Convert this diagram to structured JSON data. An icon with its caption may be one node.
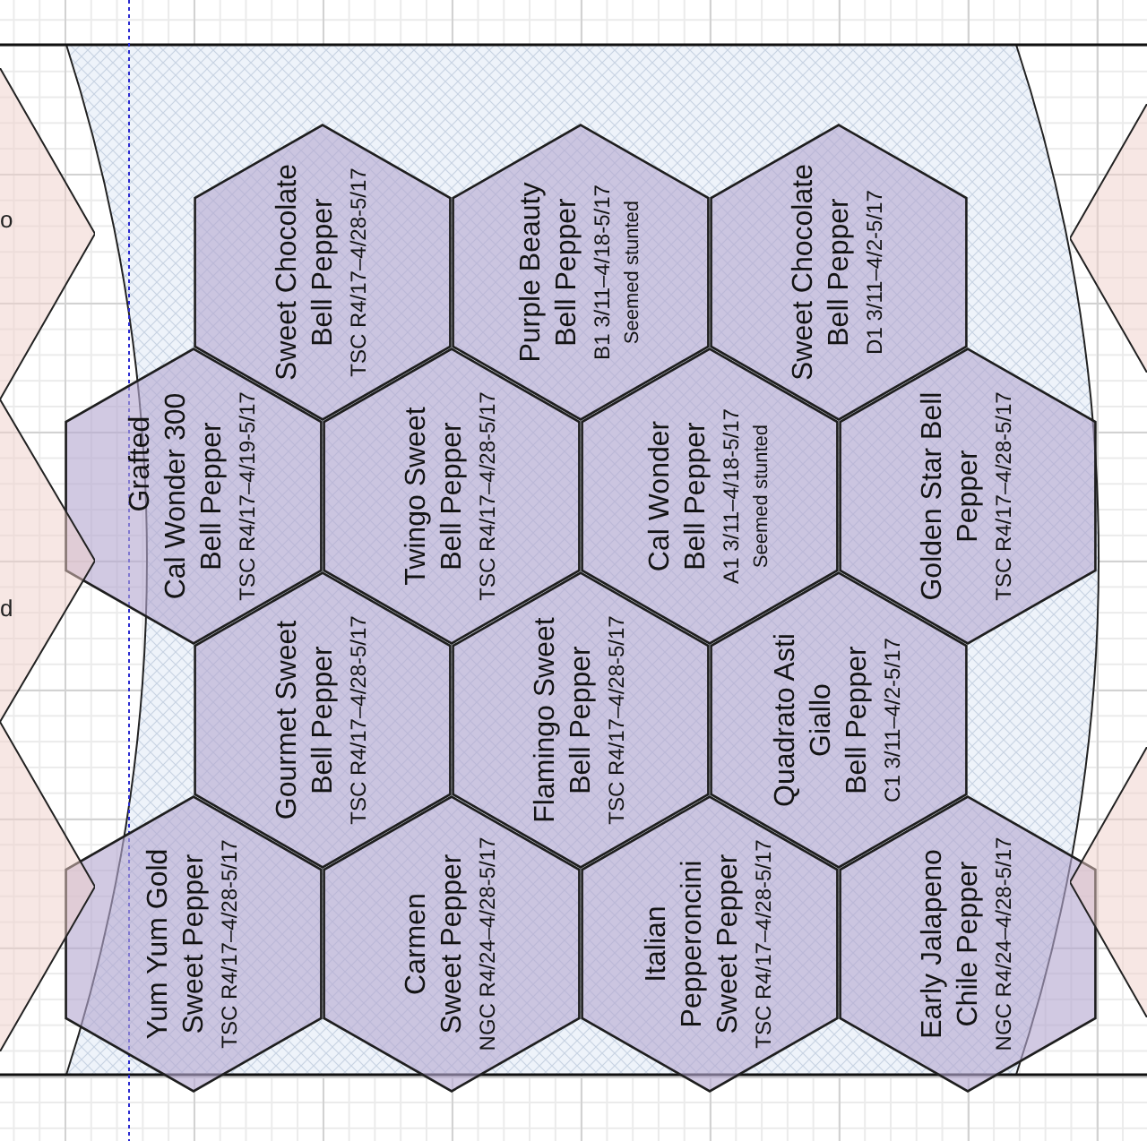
{
  "diagram": {
    "nodes": [
      {
        "text": [
          "Sweet Chocolate Bell Pepper",
          "TSC R4/17–4/28-5/17"
        ]
      },
      {
        "text": [
          "Purple Beauty Bell Pepper",
          "B1 3/11–4/18-5/17",
          "Seemed stunted"
        ]
      },
      {
        "text": [
          "Sweet Chocolate Bell Pepper",
          "D1 3/11–4/2-5/17"
        ]
      },
      {
        "text": [
          "Grafted",
          "Cal Wonder 300 Bell Pepper",
          "TSC R4/17–4/19-5/17"
        ]
      },
      {
        "text": [
          "Twingo Sweet Bell Pepper",
          "TSC R4/17–4/28-5/17"
        ]
      },
      {
        "text": [
          "Cal Wonder Bell Pepper",
          "A1 3/11–4/18-5/17",
          "Seemed stunted"
        ]
      },
      {
        "text": [
          "Golden Star Bell Pepper",
          "TSC R4/17–4/28-5/17"
        ]
      },
      {
        "text": [
          "Gourmet Sweet Bell Pepper",
          "TSC R4/17–4/28-5/17"
        ]
      },
      {
        "text": [
          "Flamingo Sweet Bell Pepper",
          "TSC R4/17–4/28-5/17"
        ]
      },
      {
        "text": [
          "Quadrato Asti Giallo Bell Pepper",
          "C1 3/11–4/2-5/17"
        ]
      },
      {
        "text": [
          "Yum Yum Gold Sweet Pepper",
          "TSC R4/17–4/28-5/17"
        ]
      },
      {
        "text": [
          "Carmen Sweet Pepper",
          "NGC R4/24–4/28-5/17"
        ]
      },
      {
        "text": [
          "Italian Pepperoncini Sweet Pepper",
          "TSC R4/17–4/28-5/17"
        ]
      },
      {
        "text": [
          "Early Jalapeno Chile Pepper",
          "NGC R4/24–4/28-5/17"
        ]
      },
      {
        "text": [
          "o"
        ]
      },
      {
        "text": [
          "d"
        ]
      },
      {
        "text": [],
        "shape": "hexagon"
      },
      {
        "text": [],
        "shape": "hexagon"
      },
      {
        "text": [],
        "shape": "hexagon"
      }
    ]
  }
}
